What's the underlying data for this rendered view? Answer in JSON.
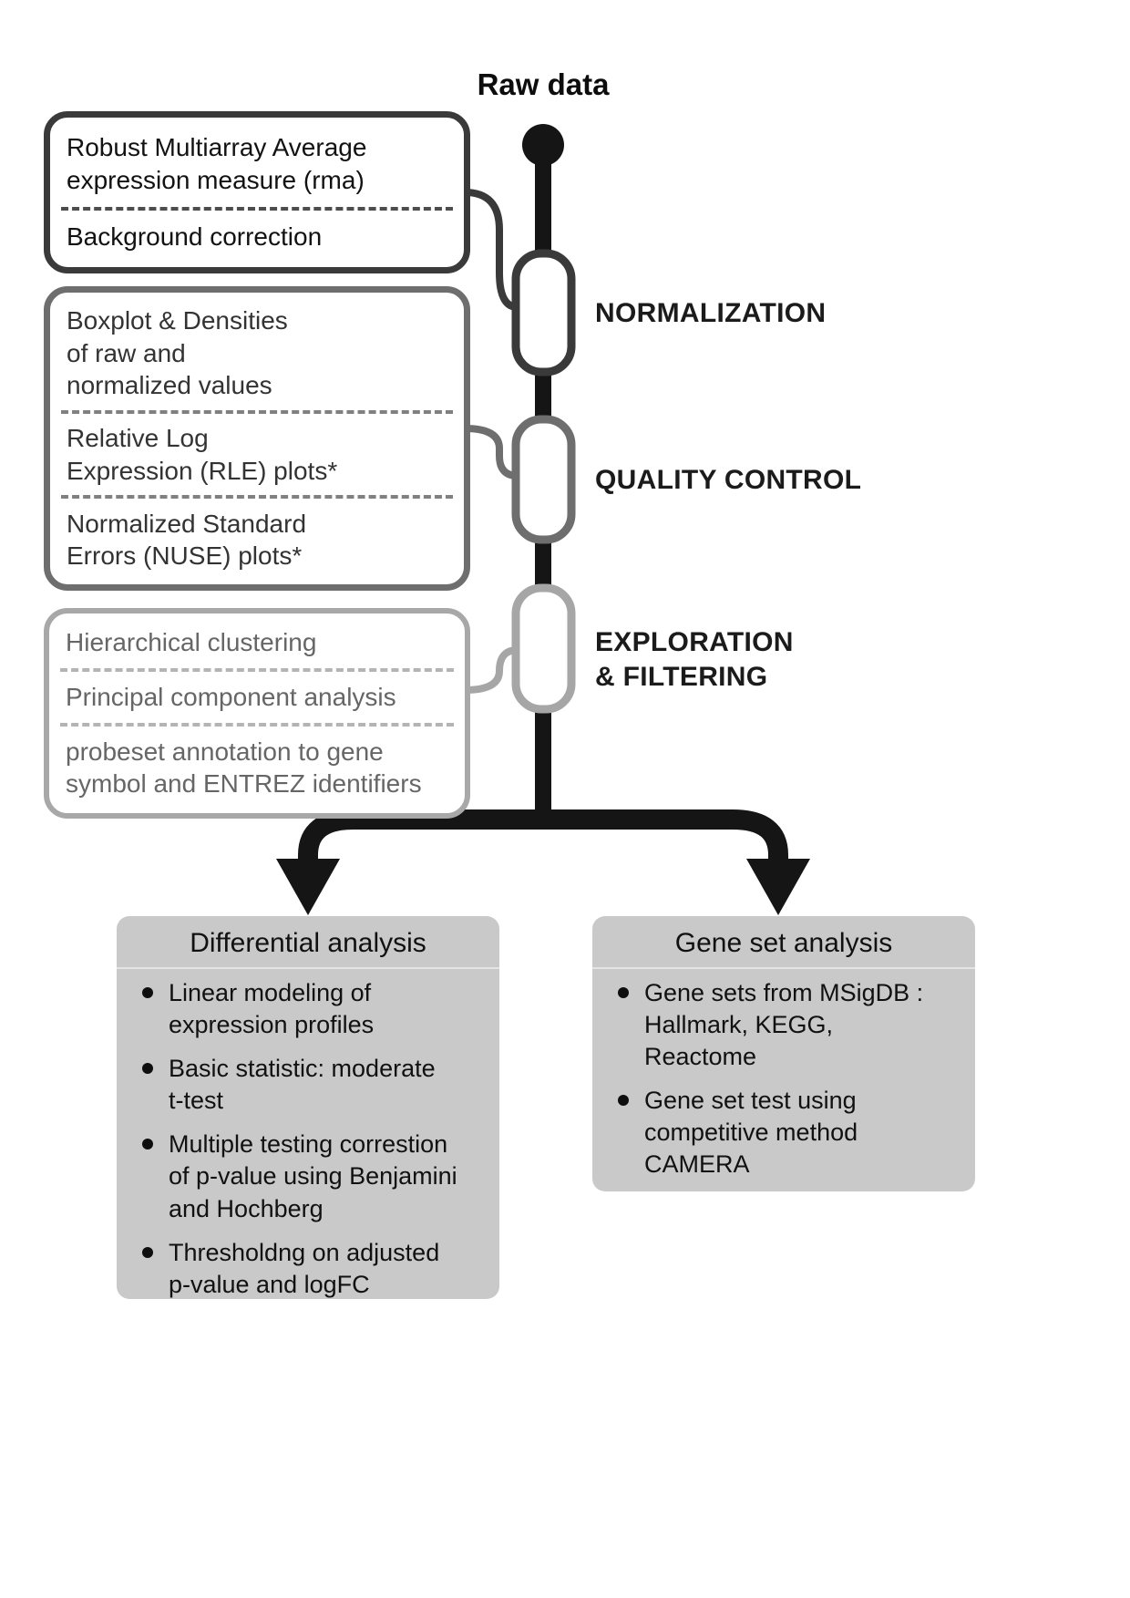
{
  "title": {
    "raw_data": "Raw data"
  },
  "pipeline": {
    "stages": [
      {
        "label": "NORMALIZATION",
        "items": [
          "Robust Multiarray Average\nexpression measure (rma)",
          "Background correction"
        ]
      },
      {
        "label": "QUALITY CONTROL",
        "items": [
          "Boxplot & Densities\nof raw and\nnormalized values",
          "Relative Log\nExpression (RLE) plots*",
          "Normalized Standard\nErrors (NUSE) plots*"
        ]
      },
      {
        "label": "EXPLORATION\n& FILTERING",
        "items": [
          "Hierarchical clustering",
          "Principal component analysis",
          "probeset annotation to gene\nsymbol and ENTREZ identifiers"
        ]
      }
    ]
  },
  "analyses": [
    {
      "title": "Differential analysis",
      "bullets": [
        "Linear modeling of\nexpression profiles",
        "Basic statistic: moderate\nt-test",
        "Multiple testing correstion\nof p-value using Benjamini\nand Hochberg",
        "Thresholdng on adjusted\np-value and logFC"
      ]
    },
    {
      "title": "Gene set analysis",
      "bullets": [
        "Gene sets from MSigDB :\nHallmark, KEGG,\nReactome",
        "Gene set test using\ncompetitive method\nCAMERA"
      ]
    }
  ],
  "colors": {
    "flow_line": "#151515",
    "stage1_accent": "#3a3a3a",
    "stage2_accent": "#6e6e6e",
    "stage3_accent": "#a6a6a6",
    "analysis_box_fill": "#c9c9c9"
  }
}
